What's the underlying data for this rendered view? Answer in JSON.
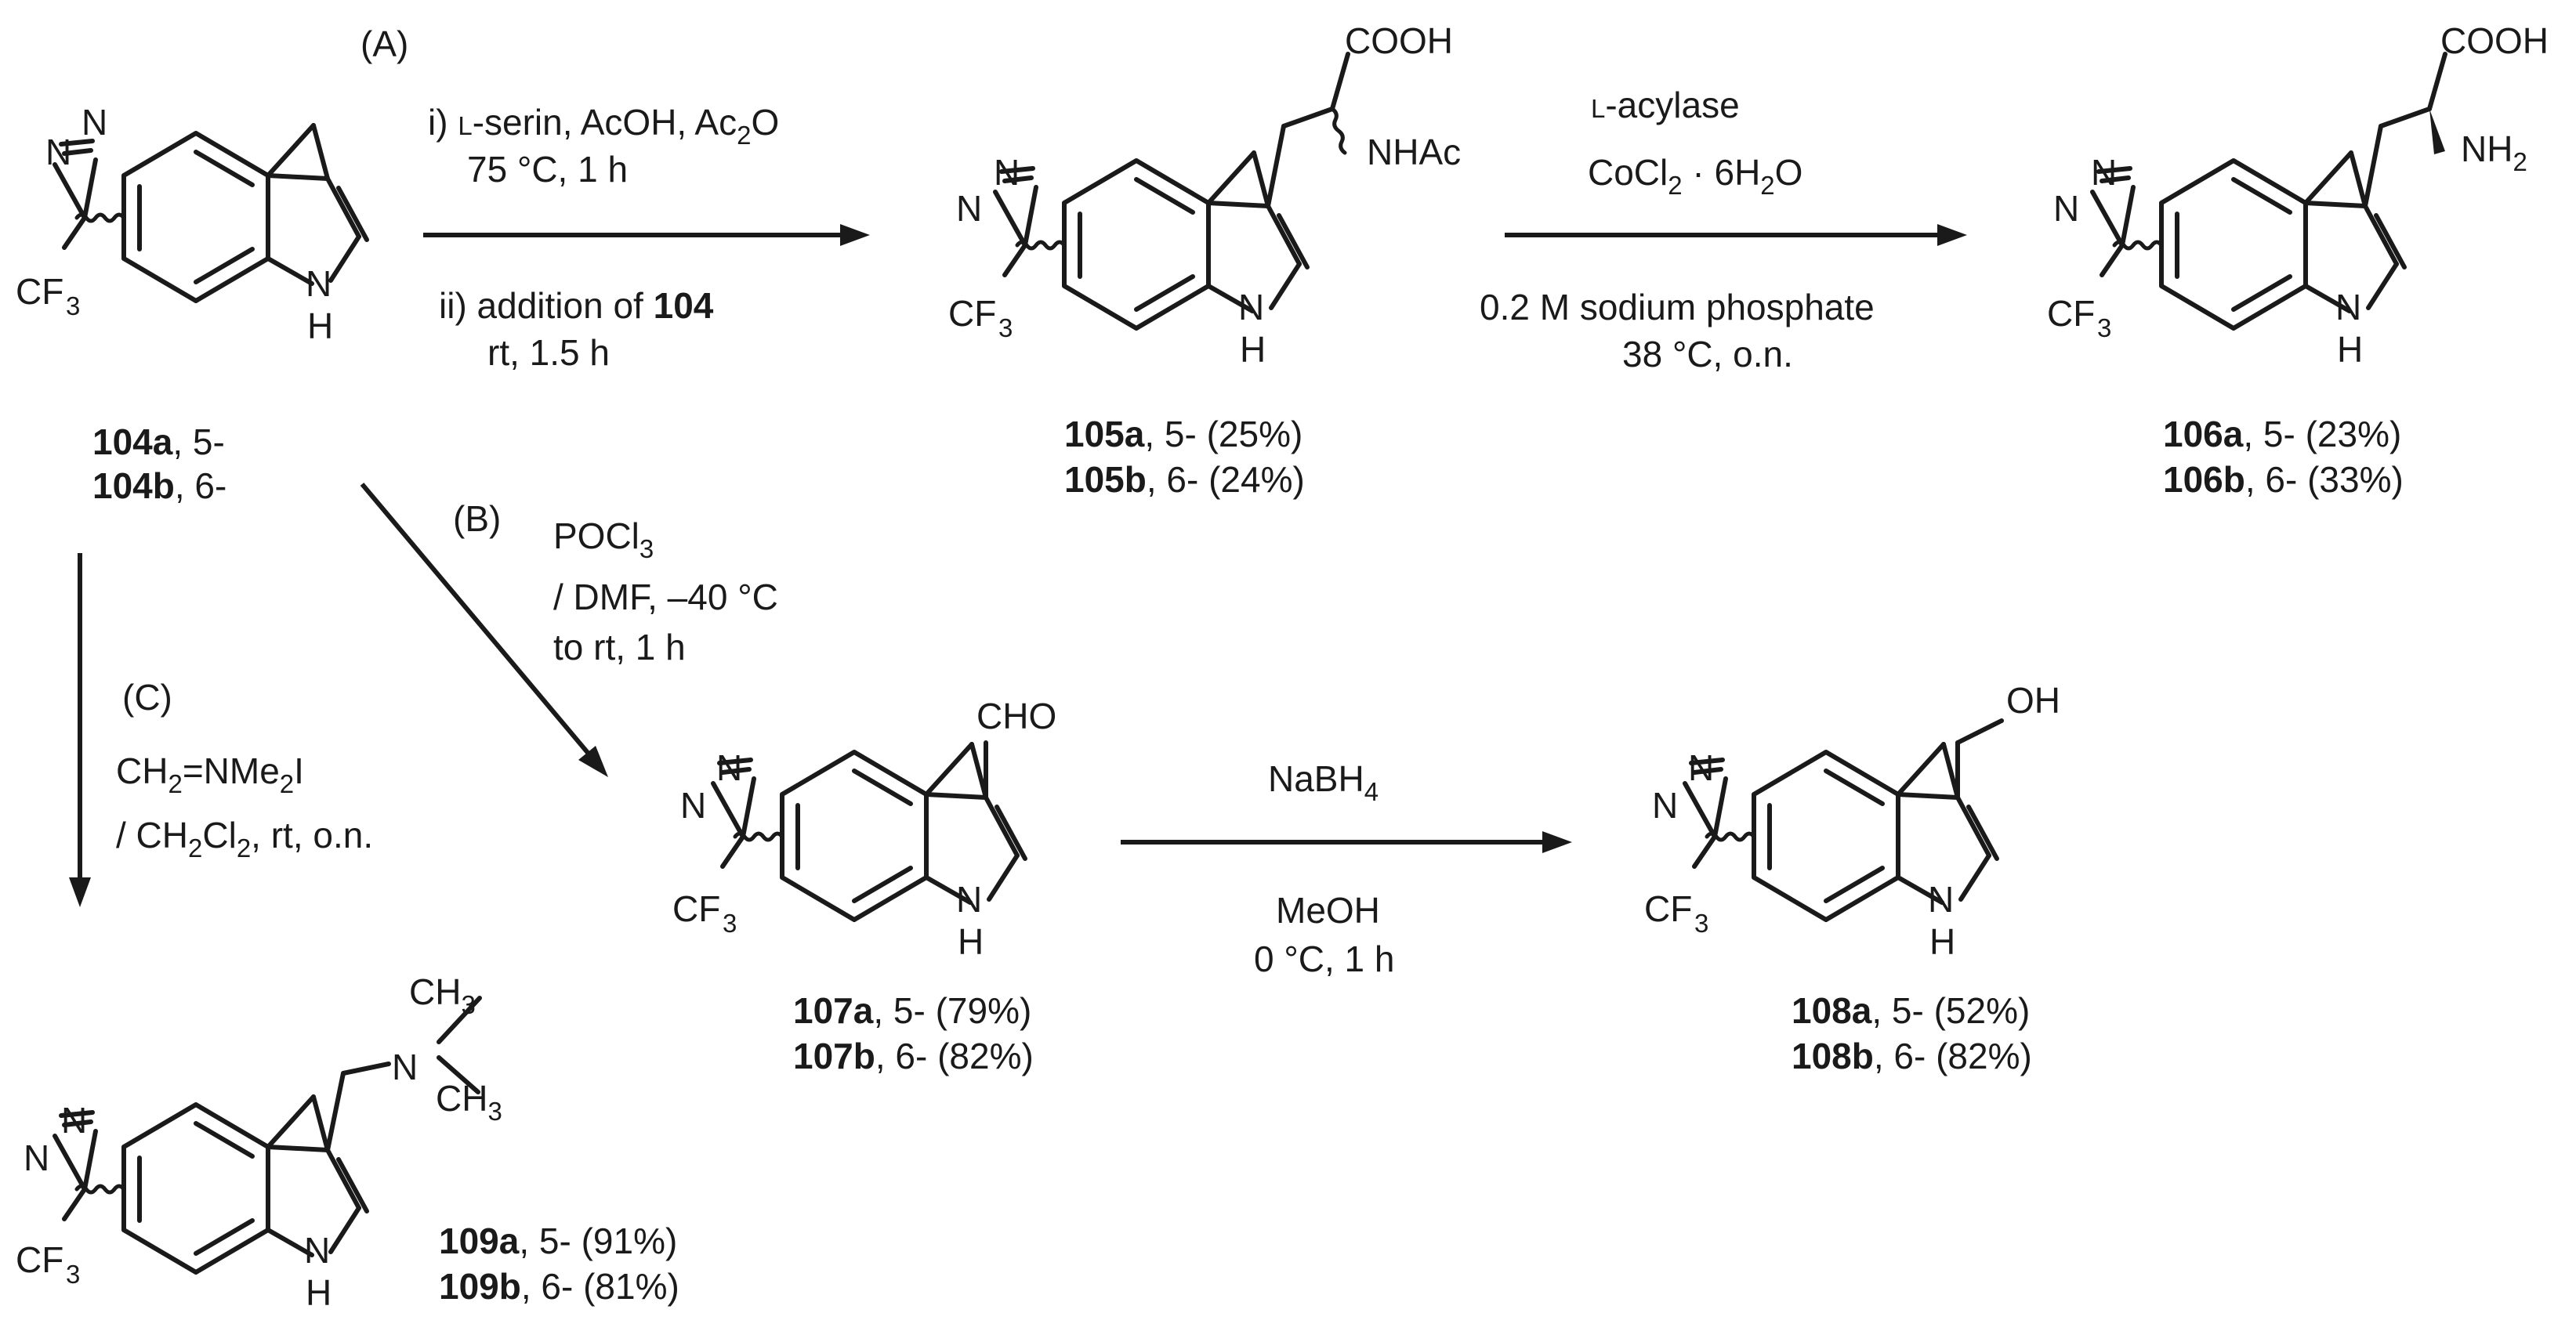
{
  "routes": {
    "A": "(A)",
    "B": "(B)",
    "C": "(C)"
  },
  "conditions": {
    "A_step_i_pre": "i) ",
    "A_step_i_small": "L",
    "A_step_i_main": "-serin, AcOH, Ac",
    "A_step_i_sub": "2",
    "A_step_i_tail": "O",
    "A_step_i_line2": "75 °C, 1 h",
    "A_step_ii_pre": "ii) addition of ",
    "A_step_ii_bold": "104",
    "A_step_ii_line2": "rt, 1.5 h",
    "acylase_small": "L",
    "acylase_main": "-acylase",
    "cocl2_main": "CoCl",
    "cocl2_sub": "2",
    "cocl2_mid": " · 6H",
    "cocl2_sub2": "2",
    "cocl2_tail": "O",
    "buffer": "0.2 M sodium phosphate",
    "buffer_temp": "38 °C, o.n.",
    "B_line1_main": "POCl",
    "B_line1_sub": "3",
    "B_line2": "/ DMF, –40 °C",
    "B_line3": "to rt, 1 h",
    "C_line1": "CH",
    "C_line1_sub": "2",
    "C_line1_tail": "=NMe",
    "C_line1_sub2": "2",
    "C_line1_end": "I",
    "C_line2_pre": "/ CH",
    "C_line2_sub": "2",
    "C_line2_mid": "Cl",
    "C_line2_sub2": "2",
    "C_line2_tail": ", rt, o.n.",
    "nabh4_main": "NaBH",
    "nabh4_sub": "4",
    "meoh": "MeOH",
    "meoh_temp": "0 °C, 1 h"
  },
  "compounds": {
    "c104": {
      "a_id": "104a",
      "a_tail": ", 5-",
      "b_id": "104b",
      "b_tail": ", 6-"
    },
    "c105": {
      "a_id": "105a",
      "a_tail": ", 5- (25%)",
      "b_id": "105b",
      "b_tail": ", 6- (24%)"
    },
    "c106": {
      "a_id": "106a",
      "a_tail": ", 5- (23%)",
      "b_id": "106b",
      "b_tail": ", 6- (33%)"
    },
    "c107": {
      "a_id": "107a",
      "a_tail": ", 5- (79%)",
      "b_id": "107b",
      "b_tail": ", 6- (82%)"
    },
    "c108": {
      "a_id": "108a",
      "a_tail": ", 5- (52%)",
      "b_id": "108b",
      "b_tail": ", 6- (82%)"
    },
    "c109": {
      "a_id": "109a",
      "a_tail": ", 5- (91%)",
      "b_id": "109b",
      "b_tail": ", 6- (81%)"
    }
  },
  "atoms": {
    "N": "N",
    "H": "H",
    "CF": "CF",
    "three": "3",
    "COOH": "COOH",
    "NHAc": "NHAc",
    "NH": "NH",
    "two": "2",
    "CHO": "CHO",
    "OH": "OH",
    "CH": "CH"
  }
}
